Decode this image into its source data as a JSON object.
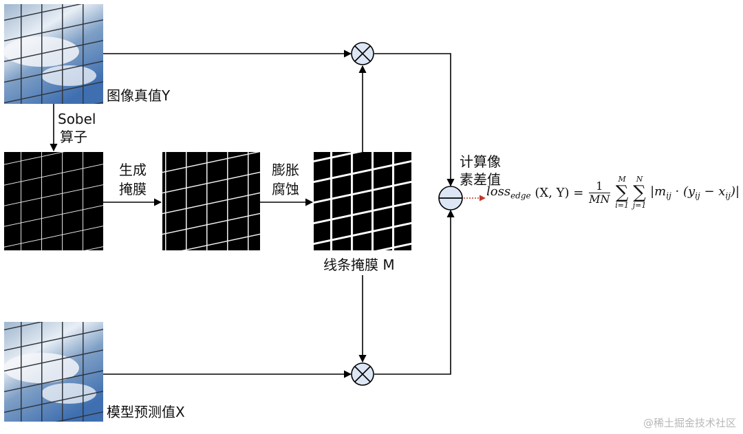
{
  "labels": {
    "gt_image": "图像真值Y",
    "sobel_line1": "Sobel",
    "sobel_line2": "算子",
    "gen_mask_line1": "生成",
    "gen_mask_line2": "掩膜",
    "dilate_line1": "膨胀",
    "dilate_line2": "腐蚀",
    "line_mask": "线条掩膜 M",
    "pred_image": "模型预测值X",
    "pixel_diff_line1": "计算像",
    "pixel_diff_line2": "素差值"
  },
  "formula": {
    "lhs": "loss",
    "lhs_sub": "edge",
    "args": "(X, Y) =",
    "frac_num": "1",
    "frac_den": "MN",
    "sum1_top": "M",
    "sum1_bottom": "i=1",
    "sum2_top": "N",
    "sum2_bottom": "j=1",
    "body": "|m",
    "body_sub": "ij",
    "body_rest": " · (y",
    "body_sub2": "ij",
    "body_minus": " − x",
    "body_sub3": "ij",
    "body_end": ")|"
  },
  "watermark": "@稀土掘金技术社区",
  "colors": {
    "operator_fill": "#dce6f5",
    "line": "#000000",
    "dotted_arrow": "#c0392b"
  }
}
